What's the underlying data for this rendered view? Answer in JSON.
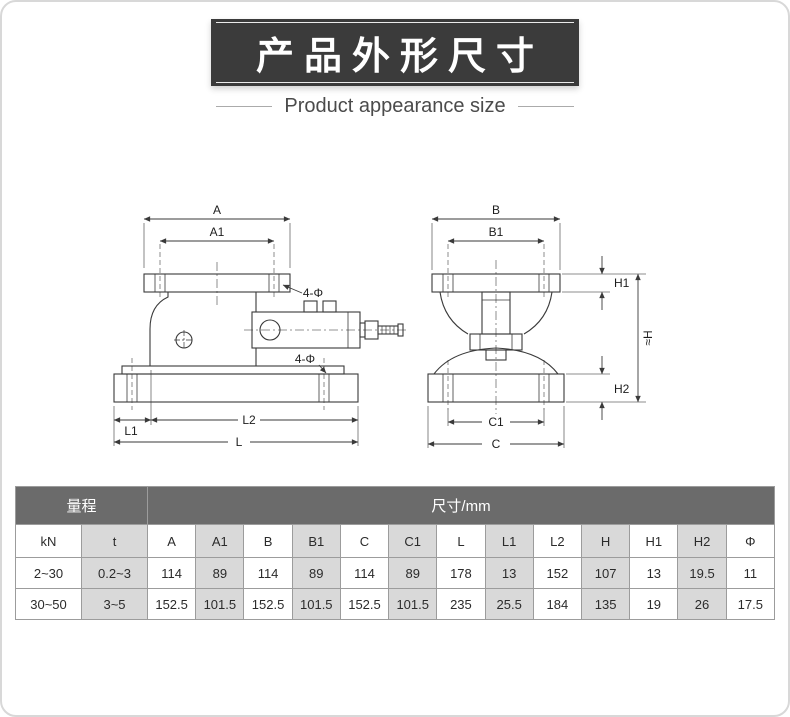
{
  "banner": {
    "title_cn": "产品外形尺寸",
    "subtitle_en": "Product appearance size"
  },
  "drawing": {
    "labels": {
      "A": "A",
      "A1": "A1",
      "B": "B",
      "B1": "B1",
      "phi_top": "4-Φ",
      "phi_bottom": "4-Φ",
      "L1": "L1",
      "L2": "L2",
      "L": "L",
      "C1": "C1",
      "C": "C",
      "H1": "H1",
      "H_approx": "≈H",
      "H2": "H2"
    }
  },
  "table": {
    "header_group_left": "量程",
    "header_group_right": "尺寸/mm",
    "columns": [
      "kN",
      "t",
      "A",
      "A1",
      "B",
      "B1",
      "C",
      "C1",
      "L",
      "L1",
      "L2",
      "H",
      "H1",
      "H2",
      "Φ"
    ],
    "rows": [
      [
        "2~30",
        "0.2~3",
        "114",
        "89",
        "114",
        "89",
        "114",
        "89",
        "178",
        "13",
        "152",
        "107",
        "13",
        "19.5",
        "11"
      ],
      [
        "30~50",
        "3~5",
        "152.5",
        "101.5",
        "152.5",
        "101.5",
        "152.5",
        "101.5",
        "235",
        "25.5",
        "184",
        "135",
        "19",
        "26",
        "17.5"
      ]
    ]
  },
  "colors": {
    "banner_bg": "#3b3b3b",
    "table_header_bg": "#6b6b6b",
    "shaded_cell": "#d9d9d9",
    "divider_line": "#ababab"
  }
}
